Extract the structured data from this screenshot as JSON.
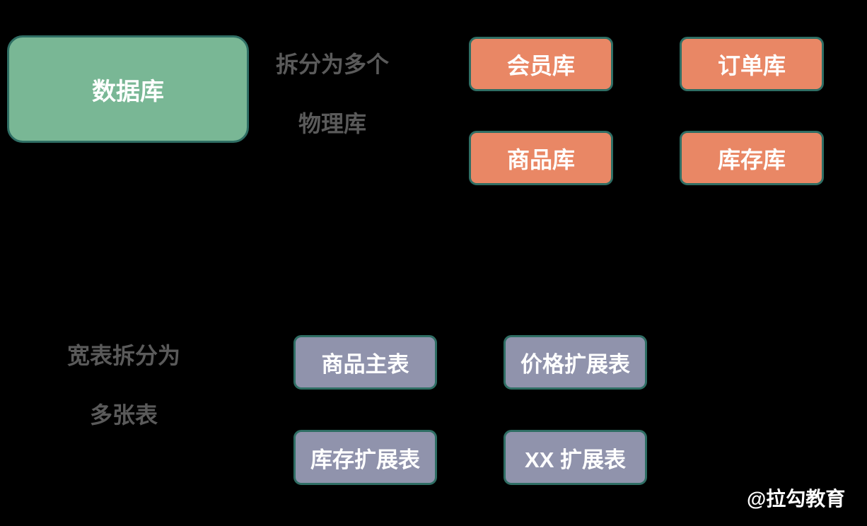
{
  "colors": {
    "bg": "#000000",
    "green_fill": "#79b795",
    "orange_fill": "#e98765",
    "purple_fill": "#9093ac",
    "border_teal": "#2f6e64",
    "label_gray": "#5a5a5a",
    "text_white": "#ffffff"
  },
  "diagram": {
    "source_box": {
      "label": "数据库"
    },
    "annotation_physical": {
      "line1": "拆分为多个",
      "line2": "物理库"
    },
    "physical_dbs": [
      {
        "label": "会员库"
      },
      {
        "label": "订单库"
      },
      {
        "label": "商品库"
      },
      {
        "label": "库存库"
      }
    ],
    "annotation_tables": {
      "line1": "宽表拆分为",
      "line2": "多张表"
    },
    "tables": [
      {
        "label": "商品主表"
      },
      {
        "label": "价格扩展表"
      },
      {
        "label": "库存扩展表"
      },
      {
        "label": "XX 扩展表"
      }
    ],
    "watermark": "@拉勾教育"
  }
}
